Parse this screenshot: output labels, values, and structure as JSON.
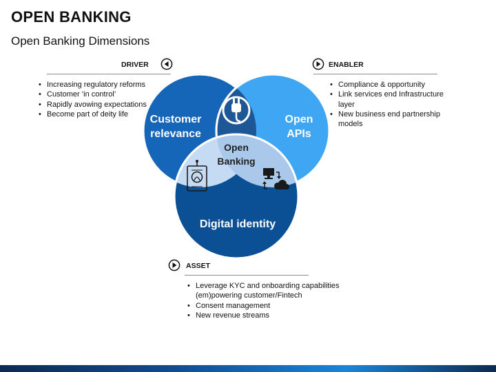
{
  "header": {
    "title": "OPEN BANKING",
    "subtitle": "Open Banking Dimensions"
  },
  "sections": {
    "driver": {
      "label": "DRIVER",
      "icon": "play-left-icon",
      "items": [
        "Increasing regulatory reforms",
        "Customer ‘in control’",
        "Rapidly avowing expectations",
        "Become part of deity life"
      ]
    },
    "enabler": {
      "label": "ENABLER",
      "icon": "play-right-icon",
      "items": [
        "Compliance & opportunity",
        "Link services end Infrastructure",
        "layer",
        "New business end partnership",
        "models"
      ]
    },
    "asset": {
      "label": "ASSET",
      "icon": "play-right-icon",
      "items": [
        "Leverage KYC and onboarding capabilities",
        "(em)powering customer/Fintech",
        "Consent management",
        "New revenue streams"
      ]
    }
  },
  "venn": {
    "circles": {
      "customer": {
        "line1": "Customer",
        "line2": "relevance",
        "color": "#1565b8"
      },
      "apis": {
        "line1": "Open",
        "line2": "APIs",
        "color": "#3ea6f2"
      },
      "identity": {
        "label": "Digital identity",
        "color": "#0b4f94"
      }
    },
    "center": {
      "line1": "Open",
      "line2": "Banking"
    },
    "icons": [
      "plug-icon",
      "id-card-icon",
      "cloud-computer-icon"
    ]
  },
  "colors": {
    "dark_blue": "#0b4f94",
    "mid_blue": "#1565b8",
    "light_blue": "#3ea6f2",
    "pale_blue": "#a9c8ea"
  }
}
